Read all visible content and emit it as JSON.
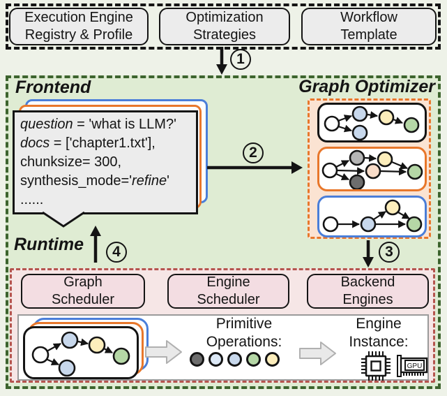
{
  "palette": {
    "bg": "#eef2e8",
    "black": "#141414",
    "box_gray": "#ececec",
    "section_green_bg": "#dfecd3",
    "green_border": "#3d642e",
    "orange": "#e8772b",
    "orange_bg": "#fbe3d2",
    "blue": "#4a7ed9",
    "red": "#b5544e",
    "red_bg": "#f6e6e6",
    "pink_box": "#f3dde2",
    "whitebox_border": "#9a9a9a",
    "node_white": "#ffffff",
    "node_blue": "#c8d8ec",
    "node_blue_light": "#dce8f6",
    "node_yellow": "#fdeebc",
    "node_green": "#b5d7a6",
    "node_gray": "#b5b5b5",
    "node_darkgray": "#6d6d6d",
    "node_peach": "#f8dcc8",
    "arrow_fill": "#e9e9e9",
    "arrow_stroke": "#b0b0b0"
  },
  "top_boxes": [
    {
      "lines": [
        "Execution Engine",
        "Registry & Profile"
      ]
    },
    {
      "lines": [
        "Optimization",
        "Strategies"
      ]
    },
    {
      "lines": [
        "Workflow",
        "Template"
      ]
    }
  ],
  "badges": {
    "step1": "1",
    "step2": "2",
    "step3": "3",
    "step4": "4"
  },
  "frontend": {
    "label": "Frontend",
    "bubble_lines": [
      [
        {
          "t": "question",
          "i": true
        },
        {
          "t": " = 'what is LLM?'"
        }
      ],
      [
        {
          "t": "docs",
          "i": true
        },
        {
          "t": " = ['chapter1.txt'],"
        }
      ],
      [
        {
          "t": "chunksize= 300,"
        }
      ],
      [
        {
          "t": "synthesis_mode='"
        },
        {
          "t": "refine",
          "i": true
        },
        {
          "t": "'"
        }
      ],
      [
        {
          "t": "......"
        }
      ]
    ]
  },
  "optimizer": {
    "label": "Graph Optimizer"
  },
  "runtime": {
    "label": "Runtime",
    "boxes": [
      {
        "lines": [
          "Graph",
          "Scheduler"
        ]
      },
      {
        "lines": [
          "Engine",
          "Scheduler"
        ]
      },
      {
        "lines": [
          "Backend",
          "Engines"
        ]
      }
    ],
    "primitive": {
      "lines": [
        "Primitive",
        "Operations:"
      ]
    },
    "engine": {
      "lines": [
        "Engine",
        "Instance:"
      ]
    },
    "gpu_label": "GPU"
  }
}
